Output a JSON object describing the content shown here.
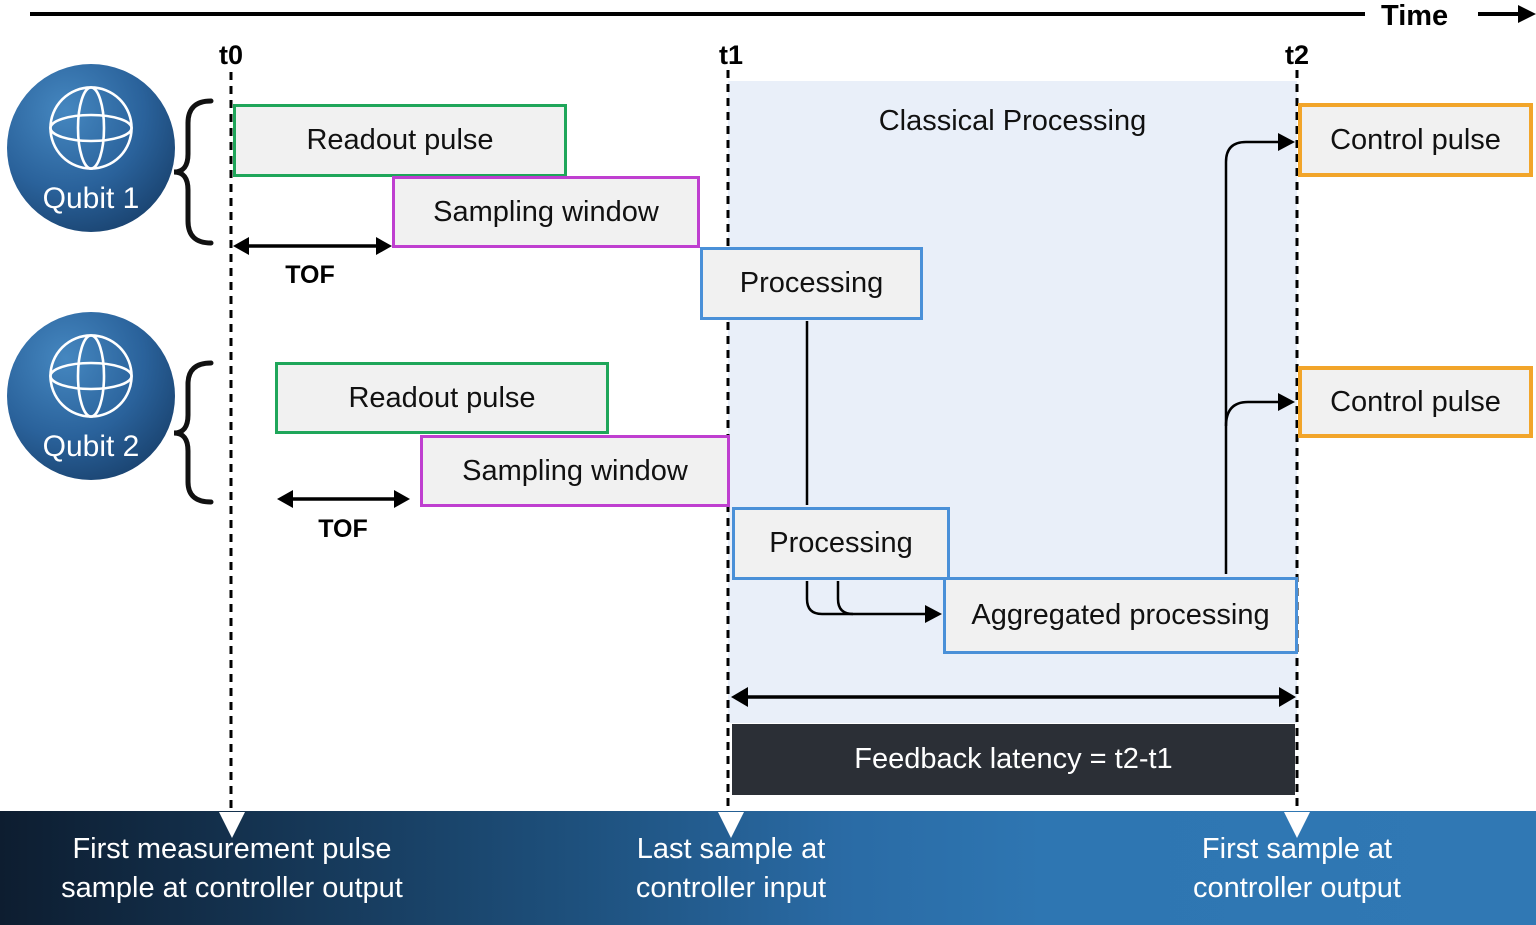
{
  "header": {
    "time_label": "Time",
    "t0": "t0",
    "t1": "t1",
    "t2": "t2"
  },
  "qubits": {
    "q1": "Qubit 1",
    "q2": "Qubit 2"
  },
  "rows": {
    "readout_pulse_1": "Readout pulse",
    "sampling_window_1": "Sampling window",
    "tof_1": "TOF",
    "readout_pulse_2": "Readout pulse",
    "sampling_window_2": "Sampling window",
    "tof_2": "TOF",
    "processing_1": "Processing",
    "processing_2": "Processing",
    "aggregated": "Aggregated processing",
    "control_pulse_1": "Control pulse",
    "control_pulse_2": "Control pulse"
  },
  "classical": {
    "title": "Classical Processing",
    "feedback_label": "Feedback latency = t2-t1"
  },
  "footer": {
    "t0_line1": "First measurement pulse",
    "t0_line2": "sample at controller output",
    "t1_line1": "Last sample at",
    "t1_line2": "controller input",
    "t2_line1": "First sample at",
    "t2_line2": "controller output"
  },
  "colors": {
    "readout_border": "#1fa65a",
    "sampling_border": "#bf3fd0",
    "processing_border": "#4a90d8",
    "control_border": "#f2a52a",
    "classical_fill": "#e9eff9",
    "feedback_fill": "#2b2f36",
    "band_left": "#0d1d30",
    "band_right": "#2e76b2",
    "qubit_light": "#4587c0",
    "qubit_dark": "#113258"
  }
}
